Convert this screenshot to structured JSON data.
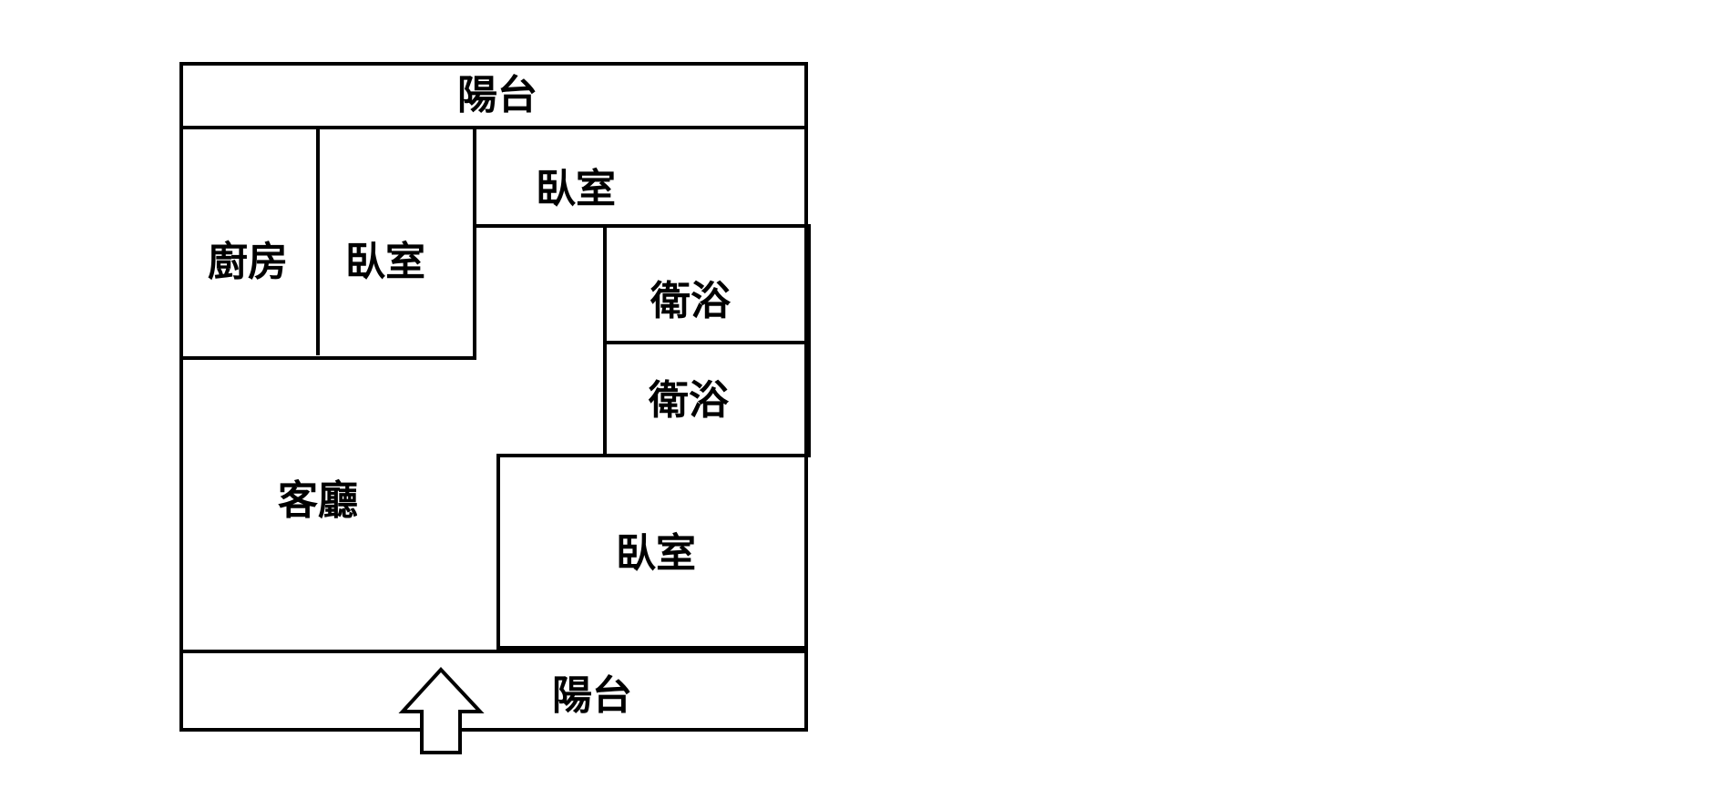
{
  "floorplan": {
    "rooms": {
      "balcony_top": "陽台",
      "bedroom_upper_right": "臥室",
      "kitchen": "廚房",
      "bedroom_upper_left": "臥室",
      "bathroom_upper": "衛浴",
      "bathroom_lower": "衛浴",
      "living_room": "客廳",
      "bedroom_lower_right": "臥室",
      "balcony_bottom": "陽台"
    },
    "entrance_icon": "arrow-up-icon",
    "colors": {
      "line": "#000000",
      "background": "#ffffff"
    }
  }
}
